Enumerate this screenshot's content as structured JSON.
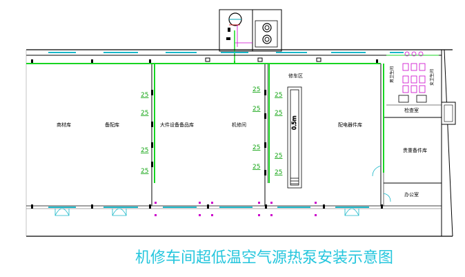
{
  "title": "机修车间超低温空气源热泵安装示意图",
  "rooms": {
    "r1": "商材库",
    "r2": "备配库",
    "r3": "大件设备备品库",
    "r4": "机修间",
    "r5": "配电器件库",
    "r6": "检查室",
    "r7": "修车区",
    "r8": "贵重备件库",
    "r9": "办公室",
    "r10": "男卫生间",
    "r11": "女卫生间"
  },
  "dimension_label": "25",
  "pit_label": "0.5m",
  "colors": {
    "pipe": "#17d421",
    "wall": "#000000",
    "door": "#18b6c8",
    "title": "#25c6dd",
    "dim": "#14a514",
    "fixture": "#cc00cc"
  }
}
